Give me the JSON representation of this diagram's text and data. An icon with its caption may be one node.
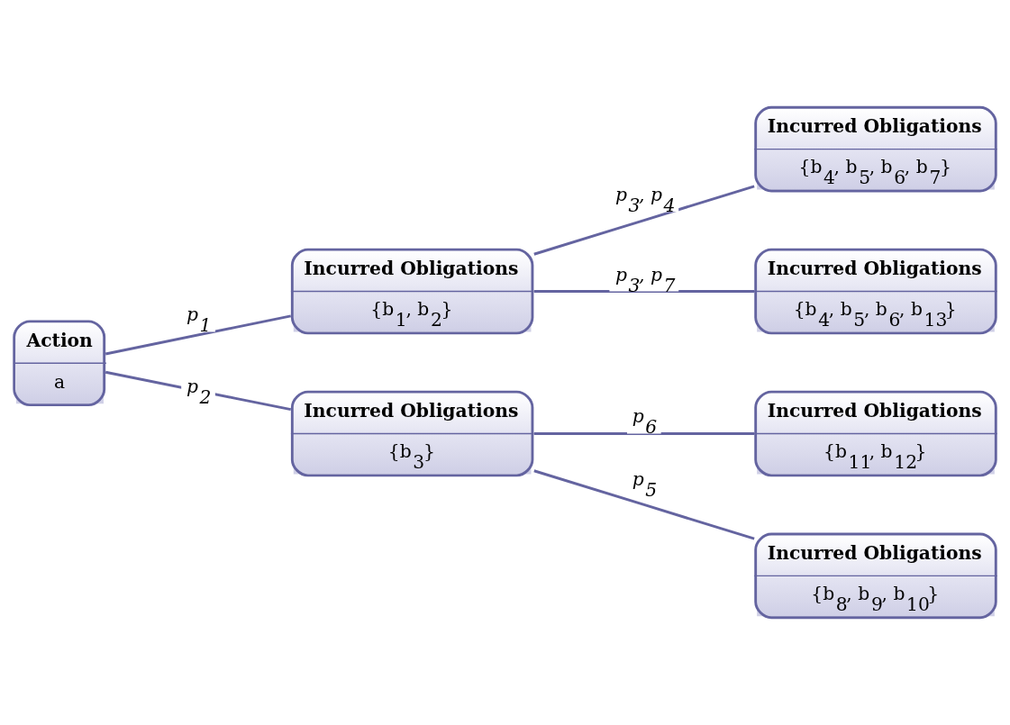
{
  "diagram": {
    "nodes": [
      {
        "text": [
          "Action",
          "a"
        ]
      },
      {
        "text": [
          "Incurred Obligations",
          "{b$_{1}$, b$_{2}$}"
        ]
      },
      {
        "text": [
          "Incurred Obligations",
          "{b$_{3}$}"
        ]
      },
      {
        "text": [
          "Incurred Obligations",
          "{b$_{4}$, b$_{5}$, b$_{6}$, b$_{7}$}"
        ]
      },
      {
        "text": [
          "Incurred Obligations",
          "{b$_{4}$, b$_{5}$, b$_{6}$, b$_{13}$}"
        ]
      },
      {
        "text": [
          "Incurred Obligations",
          "{b$_{11}$, b$_{12}$}"
        ]
      },
      {
        "text": [
          "Incurred Obligations",
          "{b$_{8}$, b$_{9}$, b$_{10}$}"
        ]
      }
    ],
    "edges": [
      {
        "from": 0,
        "to": 1,
        "arrow": "none",
        "label": "p$_{1}$"
      },
      {
        "from": 0,
        "to": 2,
        "arrow": "none",
        "label": "p$_{2}$"
      },
      {
        "from": 1,
        "to": 3,
        "arrow": "none",
        "label": "p$_{3}$, p$_{4}$"
      },
      {
        "from": 1,
        "to": 4,
        "arrow": "none",
        "label": "p$_{3}$, p$_{7}$"
      },
      {
        "from": 2,
        "to": 5,
        "arrow": "none",
        "label": "p$_{6}$"
      },
      {
        "from": 2,
        "to": 6,
        "arrow": "none",
        "label": "p$_{5}$"
      }
    ]
  }
}
